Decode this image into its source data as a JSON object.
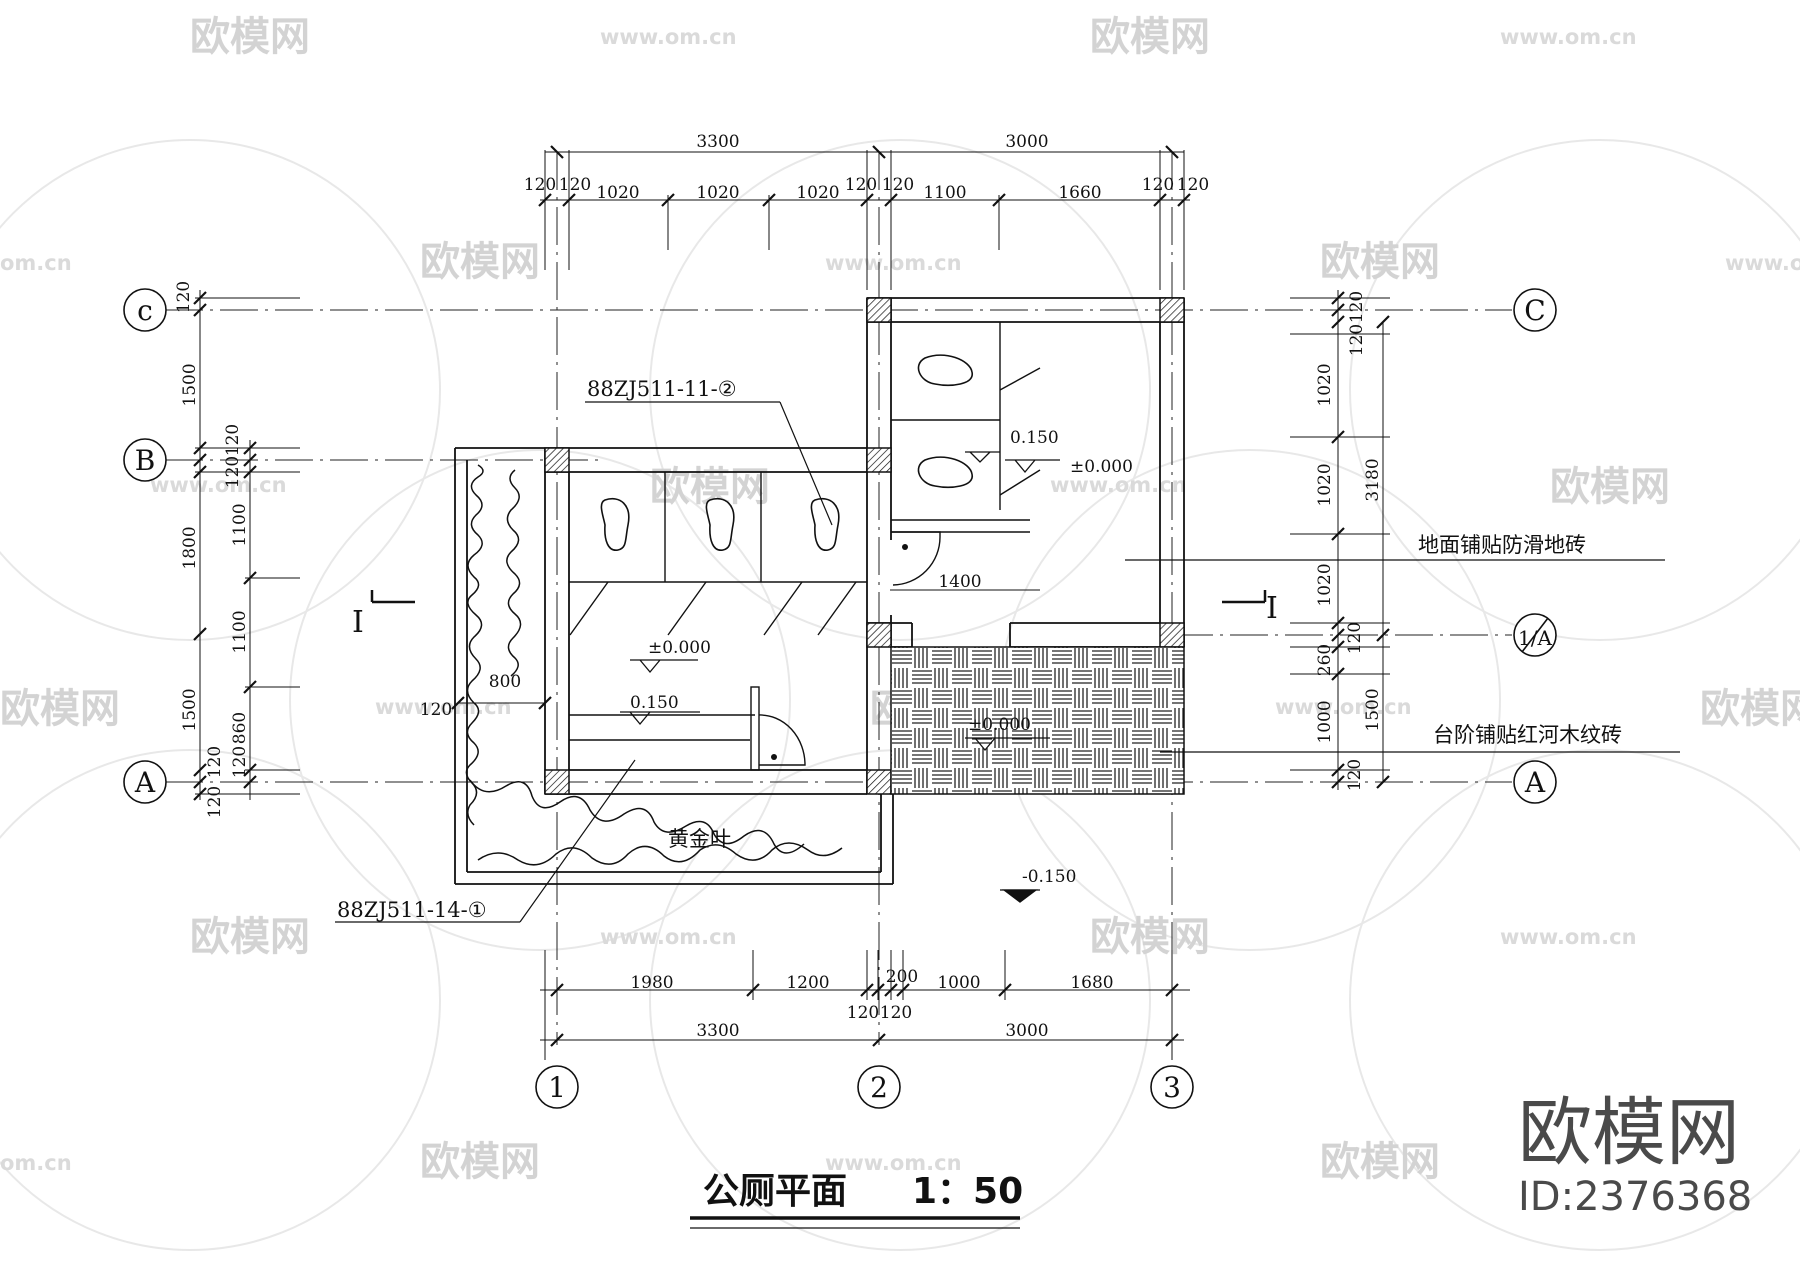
{
  "title": {
    "text": "公厕平面",
    "scale": "1：50"
  },
  "brand": {
    "name": "欧模网",
    "id": "ID:2376368"
  },
  "watermark": {
    "name": "欧模网",
    "url": "www.om.cn",
    "url_partial": "om.cn"
  },
  "axes": {
    "rows": [
      "C",
      "B",
      "A"
    ],
    "rows_right": [
      "C",
      "1/A",
      "A"
    ],
    "columns": [
      "1",
      "2",
      "3"
    ],
    "row_c_left": "c"
  },
  "dims_top_total": [
    "3300",
    "3000"
  ],
  "dims_top": [
    "120",
    "120",
    "1020",
    "1020",
    "1020",
    "120",
    "120",
    "1100",
    "1660",
    "120",
    "120"
  ],
  "dims_bottom": [
    "1980",
    "1200",
    "200",
    "1000",
    "1680",
    "120",
    "120"
  ],
  "dims_bottom_total": [
    "3300",
    "3000"
  ],
  "dims_left": [
    "120",
    "1500",
    "120",
    "120",
    "1100",
    "1800",
    "1100",
    "1500",
    "860",
    "120",
    "120",
    "120"
  ],
  "dims_right": [
    "120",
    "120",
    "1020",
    "1020",
    "3180",
    "1020",
    "120",
    "260",
    "1000",
    "1500",
    "120"
  ],
  "dims_misc": [
    "800",
    "120",
    "1400"
  ],
  "elevations": [
    "±0.000",
    "0.150",
    "±0.000",
    "0.150",
    "±0.000",
    "-0.150"
  ],
  "annotations": {
    "ref1": "88ZJ511-11-②",
    "ref2": "88ZJ511-14-①",
    "floor": "地面铺贴防滑地砖",
    "step": "台阶铺贴红河木纹砖",
    "plant": "黄金叶"
  },
  "section_mark": "I"
}
